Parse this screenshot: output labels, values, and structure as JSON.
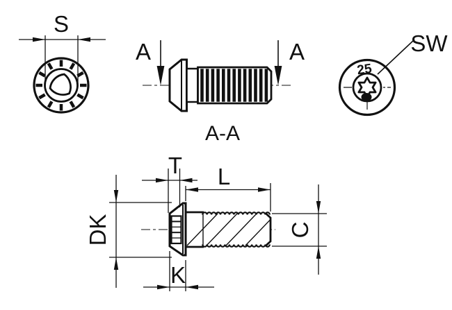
{
  "drawing": {
    "background_color": "#ffffff",
    "line_color": "#111111",
    "views": {
      "end_view_flange": {
        "dimension_label": "S"
      },
      "section_view": {
        "cutting_plane_label_left": "A",
        "cutting_plane_label_right": "A",
        "caption": "A-A"
      },
      "end_view_drive": {
        "callout_label": "SW",
        "drive_stamp": "25"
      },
      "detail_view": {
        "dimension_labels": {
          "socket_depth": "T",
          "thread_length": "L",
          "head_diameter": "DK",
          "head_height": "K",
          "thread_diameter": "C"
        }
      }
    }
  }
}
